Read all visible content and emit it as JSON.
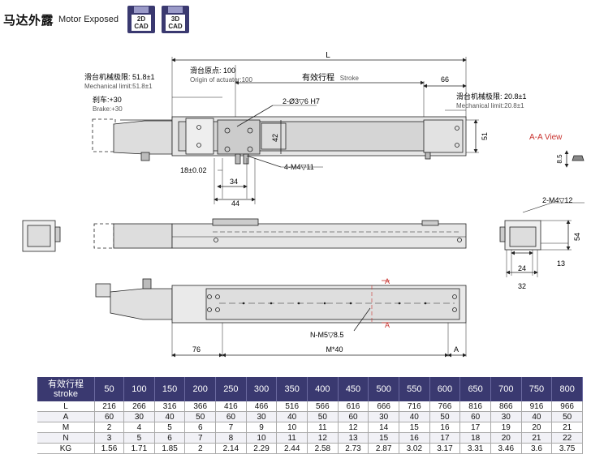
{
  "header": {
    "title_cn": "马达外露",
    "title_en": "Motor Exposed",
    "btn_2d": [
      "2D",
      "CAD"
    ],
    "btn_3d": [
      "3D",
      "CAD"
    ]
  },
  "drawing": {
    "L": "L",
    "origin_cn": "滑台原点: 100",
    "origin_en": "Origin of actuator:100",
    "stroke_cn": "有效行程",
    "stroke_en": "Stroke",
    "dim_66": "66",
    "mech_left_cn": "滑台机械极限: 51.8±1",
    "mech_left_en": "Mechanical limit:51.8±1",
    "brake_cn": "刹车:+30",
    "brake_en": "Brake:+30",
    "mech_right_cn": "滑台机械极限: 20.8±1",
    "mech_right_en": "Mechanical limit:20.8±1",
    "hole_h7": "2-Ø3▽6 H7",
    "dim_42": "42",
    "dim_51": "51",
    "aa_view": "A-A View",
    "dim_85": "8.5",
    "dim_18": "18±0.02",
    "thread_m4_11": "4-M4▽11",
    "dim_34": "34",
    "dim_44": "44",
    "thread_m4_12": "2-M4▽12",
    "dim_54": "54",
    "dim_13": "13",
    "dim_24": "24",
    "dim_32": "32",
    "sec_a1": "A",
    "sec_a2": "A",
    "nm5": "N-M5▽8.5",
    "dim_76": "76",
    "m40": "M*40",
    "dim_a": "A"
  },
  "table": {
    "header_cn": "有效行程",
    "header_en": "stroke",
    "strokes": [
      "50",
      "100",
      "150",
      "200",
      "250",
      "300",
      "350",
      "400",
      "450",
      "500",
      "550",
      "600",
      "650",
      "700",
      "750",
      "800"
    ],
    "rows": [
      {
        "label": "L",
        "values": [
          "216",
          "266",
          "316",
          "366",
          "416",
          "466",
          "516",
          "566",
          "616",
          "666",
          "716",
          "766",
          "816",
          "866",
          "916",
          "966"
        ]
      },
      {
        "label": "A",
        "values": [
          "60",
          "30",
          "40",
          "50",
          "60",
          "30",
          "40",
          "50",
          "60",
          "30",
          "40",
          "50",
          "60",
          "30",
          "40",
          "50"
        ]
      },
      {
        "label": "M",
        "values": [
          "2",
          "4",
          "5",
          "6",
          "7",
          "9",
          "10",
          "11",
          "12",
          "14",
          "15",
          "16",
          "17",
          "19",
          "20",
          "21"
        ]
      },
      {
        "label": "N",
        "values": [
          "3",
          "5",
          "6",
          "7",
          "8",
          "10",
          "11",
          "12",
          "13",
          "15",
          "16",
          "17",
          "18",
          "20",
          "21",
          "22"
        ]
      },
      {
        "label": "KG",
        "values": [
          "1.56",
          "1.71",
          "1.85",
          "2",
          "2.14",
          "2.29",
          "2.44",
          "2.58",
          "2.73",
          "2.87",
          "3.02",
          "3.17",
          "3.31",
          "3.46",
          "3.6",
          "3.75"
        ]
      }
    ]
  },
  "colors": {
    "table_header_bg": "#3a3970",
    "section_red": "#c8312d",
    "cad_icon": "#3a3970"
  }
}
